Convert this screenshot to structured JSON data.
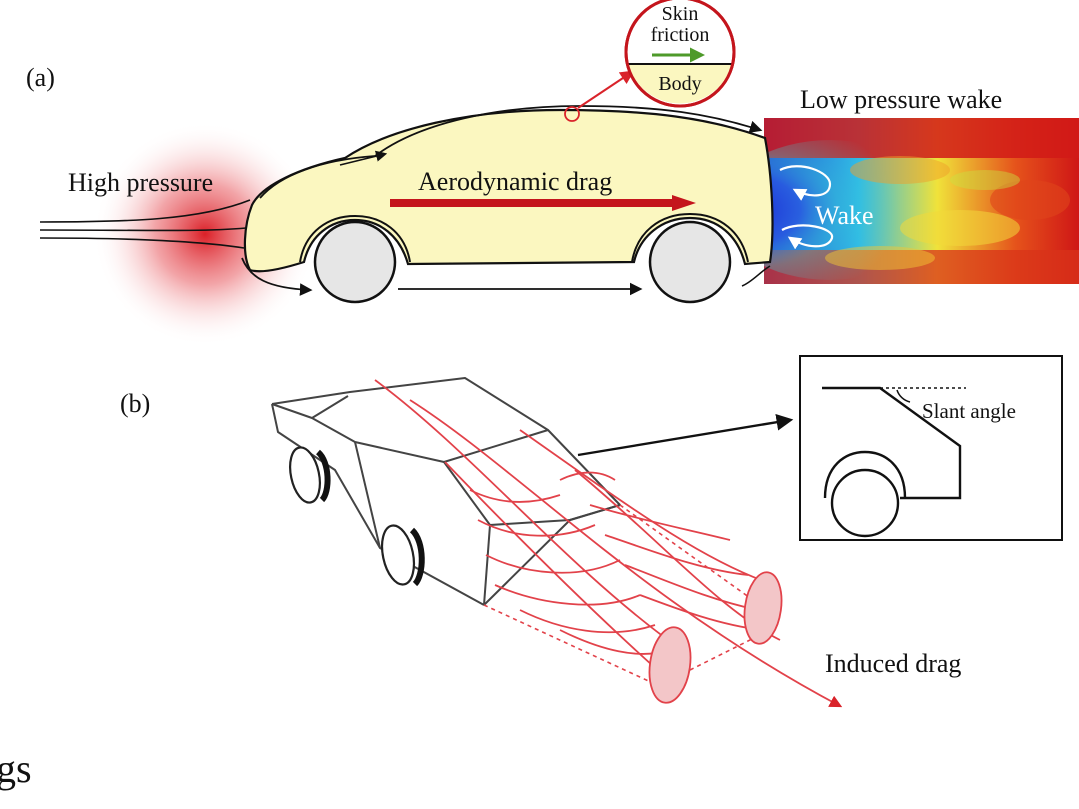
{
  "panel_a": {
    "label": "(a)",
    "high_pressure": "High pressure",
    "aerodynamic_drag": "Aerodynamic drag",
    "low_pressure_wake": "Low pressure wake",
    "wake": "Wake",
    "inset": {
      "top_line1": "Skin",
      "top_line2": "friction",
      "bottom": "Body"
    }
  },
  "panel_b": {
    "label": "(b)",
    "slant_angle": "Slant angle",
    "induced_drag": "Induced drag"
  },
  "footer_fragment": "gs",
  "colors": {
    "car_body": "#fbf7c0",
    "drag_arrow": "#c4151c",
    "vortex": "#e2424a",
    "friction_arrow": "#4e9a2a",
    "wheel": "#e6e6e6",
    "wake_hot": "#d11a17",
    "wake_cold": "#1b2fd6"
  }
}
